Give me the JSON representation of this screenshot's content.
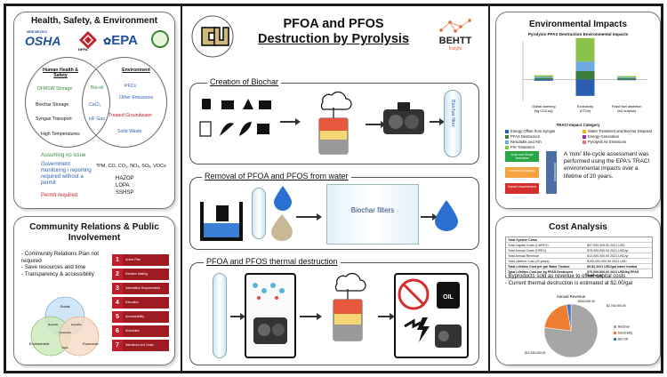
{
  "poster": {
    "title_line1": "PFOA and PFOS",
    "title_line2": "Destruction by Pyrolysis",
    "behtt_main": "BEHTT",
    "behtt_sub": "Insight"
  },
  "left_top": {
    "title": "Health, Safety, & Environment",
    "logos": {
      "nm": "NEW MEXICO",
      "osha": "OSHA",
      "nfpa": "NFPA",
      "epa": "EPA"
    },
    "venn_left_title": "Human Health & Safety",
    "venn_right_title": "Environment",
    "left_items": [
      "DFMSW Storage",
      "Biochar Storage",
      "Syngas Transport",
      "High Temperatures"
    ],
    "center_items": [
      "Bio-oil",
      "CaCl₂",
      "HF Gas"
    ],
    "right_items": [
      "PFCs",
      "Other Emissions",
      "Treated Groundwater",
      "Solid Waste"
    ],
    "legend": [
      {
        "text": "Assuming no issue",
        "color": "#2e8b3a"
      },
      {
        "text": "Government monitoring / reporting required without a permit",
        "color": "#2a5db0"
      },
      {
        "text": "Permit required",
        "color": "#c0202a"
      }
    ],
    "emissions": "*PM, CO, CO₂, NOₓ, SOₓ, VOCs",
    "codes": [
      "HAZOP",
      "LOPA",
      "SSHSP"
    ]
  },
  "left_bottom": {
    "title_line1": "Community Relations & Public",
    "title_line2": "Involvement",
    "bullets": [
      "Community Relations Plan not required",
      "Save resources and time",
      "Transparency & accessibility"
    ],
    "venn_labels": [
      "Social",
      "Environment",
      "Economic",
      "Bearable",
      "Equitable",
      "Viable",
      "Sustainable"
    ],
    "steps": [
      {
        "n": "1",
        "label": "Action Plan"
      },
      {
        "n": "2",
        "label": "Decision Making"
      },
      {
        "n": "3",
        "label": "Information Requirements"
      },
      {
        "n": "4",
        "label": "Education"
      },
      {
        "n": "5",
        "label": "Accountability"
      },
      {
        "n": "6",
        "label": "Schedules"
      },
      {
        "n": "7",
        "label": "Narratives and Goals"
      }
    ]
  },
  "center": {
    "biochar_title": "Creation of Biochar",
    "biochar_filter": "Biochar filter",
    "removal_title": "Removal of PFOA and PFOS from water",
    "biochar_filters": "Biochar filters",
    "thermal_title": "PFOA and PFOS thermal destruction",
    "oil_label": "OIL"
  },
  "right_top": {
    "title": "Environmental Impacts",
    "chart_title": "Pyrolysis PFAS Destruction Environmental Impacts",
    "category_label": "TRACI Impact Category",
    "description": "A 'mini' life-cycle assessment was performed using the EPA's TRACI environmental impacts over a lifetime of 20 years.",
    "flow_boxes": [
      "Goal and Scope Definition",
      "Inventory Analysis",
      "Impact Assessment",
      "Interpretation"
    ],
    "legend": [
      {
        "text": "Energy Offset from Syngas",
        "color": "#2a5db0"
      },
      {
        "text": "PFAS Destruction",
        "color": "#3a7d3a"
      },
      {
        "text": "Residuals and Ash",
        "color": "#6fa8dc"
      },
      {
        "text": "Pre-Treatment",
        "color": "#8bc34a"
      },
      {
        "text": "Water Treatment and Biochar Disposal",
        "color": "#f4b400"
      },
      {
        "text": "Energy Generation",
        "color": "#9c27b0"
      },
      {
        "text": "Pyrolysis Air Emissions",
        "color": "#e57373"
      }
    ]
  },
  "right_bottom": {
    "title": "Cost Analysis",
    "table": [
      [
        "Total System Costs",
        ""
      ],
      [
        "Total Capital Costs (CAPEX)",
        "$37,000,000.00 2021 USD"
      ],
      [
        "Total Annual Costs (OPEX)",
        "$75,000,000.00 2021 USD/yr"
      ],
      [
        "Total Annual Revenue",
        "$13,000,000.00 2021 USD/yr"
      ],
      [
        "Total Lifetime Cost (20 years)",
        "$190,000,000.00 2021 USD"
      ],
      [
        "Total Lifetime Cost per gal Water Treated",
        "$0.84  2021 USD/gal water treated"
      ],
      [
        "Total Lifetime Cost per kg PFAS Destroyed",
        "$70,000,000.00 2021 USD/kg PFAS destroyed"
      ]
    ],
    "bullets": [
      "Byproducts sold as revenue to offset capital costs.",
      "Current thermal destruction is estimated at $2.00/gal"
    ]
  },
  "chart_data": [
    {
      "type": "bar",
      "title": "Pyrolysis PFAS Destruction Environmental Impacts",
      "xlabel": "TRACI Impact Category",
      "ylabel": "",
      "categories": [
        "Global warming (kg CO2 eq)",
        "Ecotoxicity (CTUe)",
        "Fossil fuel depletion (MJ surplus)"
      ],
      "series": [
        {
          "name": "Energy Offset from Syngas",
          "values": [
            -0.05,
            -0.6,
            -0.03
          ]
        },
        {
          "name": "PFAS Destruction",
          "values": [
            0.05,
            0.3,
            0.04
          ]
        },
        {
          "name": "Residuals and Ash",
          "values": [
            0.04,
            0.35,
            0.03
          ]
        },
        {
          "name": "Pre-Treatment",
          "values": [
            0.06,
            0.85,
            0.05
          ]
        }
      ]
    },
    {
      "type": "pie",
      "title": "Annual Revenue",
      "categories": [
        "Biochar",
        "Electricity",
        "Bio Oil"
      ],
      "values": [
        10150000,
        2700000,
        340000
      ],
      "labels": [
        "$10,150,000.00",
        "$2,700,000.00",
        "$340,000.00"
      ],
      "colors": [
        "#a6a6a6",
        "#ed7d31",
        "#4472c4"
      ]
    }
  ],
  "colors": {
    "red": "#c0202a",
    "green": "#2e8b3a",
    "blue": "#2a5db0",
    "cu_gold": "#cfb87c"
  }
}
